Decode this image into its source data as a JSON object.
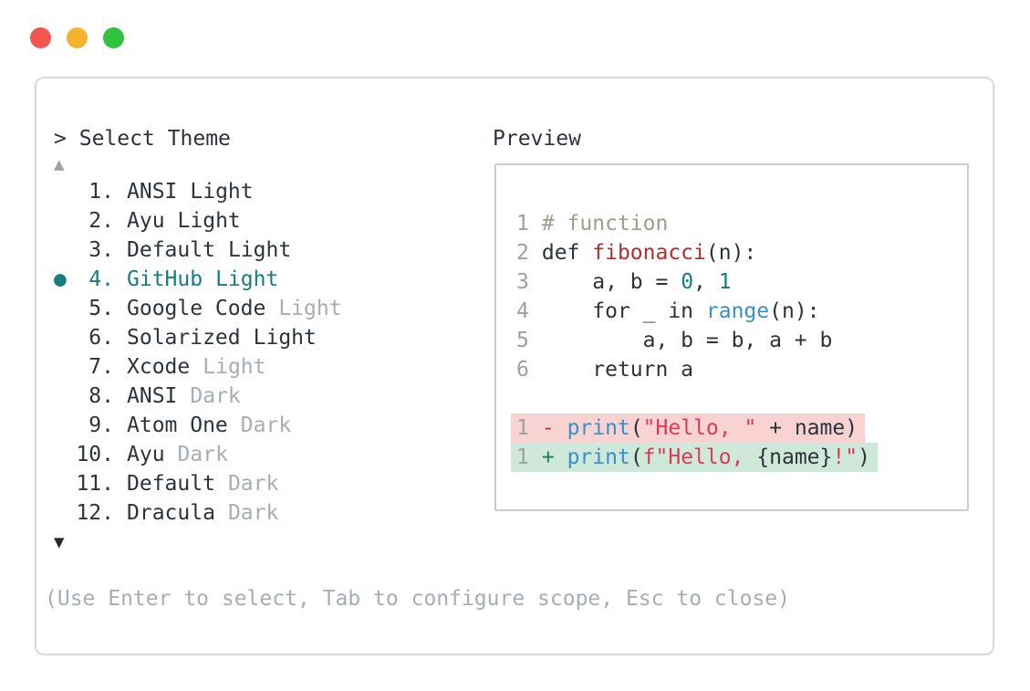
{
  "colors": {
    "text": "#2d333a",
    "muted": "#a8adb2",
    "selected_teal": "#177d80",
    "comment": "#9aa08e",
    "func_red": "#b02e2e",
    "number_teal": "#0f7c8c",
    "builtin_blue": "#3a8fc7",
    "string_red": "#dc3a55",
    "diff_minus": "#c23a31",
    "diff_plus": "#1f7d62",
    "removed_bg": "#f8d3d2",
    "added_bg": "#cee9da",
    "tl_red": "#f2564f",
    "tl_yellow": "#f3b32c",
    "tl_green": "#2ec23e"
  },
  "window": {
    "traffic_lights": [
      "close",
      "minimize",
      "zoom"
    ]
  },
  "prompt": {
    "caret": ">",
    "label": "Select Theme"
  },
  "scroll": {
    "up": "▲",
    "down": "▼"
  },
  "selected_bullet": "●",
  "themes": [
    {
      "number": "1.",
      "name": "ANSI",
      "variant": "Light",
      "muted_variant": false,
      "selected": false
    },
    {
      "number": "2.",
      "name": "Ayu",
      "variant": "Light",
      "muted_variant": false,
      "selected": false
    },
    {
      "number": "3.",
      "name": "Default",
      "variant": "Light",
      "muted_variant": false,
      "selected": false
    },
    {
      "number": "4.",
      "name": "GitHub",
      "variant": "Light",
      "muted_variant": false,
      "selected": true
    },
    {
      "number": "5.",
      "name": "Google Code",
      "variant": "Light",
      "muted_variant": true,
      "selected": false
    },
    {
      "number": "6.",
      "name": "Solarized",
      "variant": "Light",
      "muted_variant": false,
      "selected": false
    },
    {
      "number": "7.",
      "name": "Xcode",
      "variant": "Light",
      "muted_variant": true,
      "selected": false
    },
    {
      "number": "8.",
      "name": "ANSI",
      "variant": "Dark",
      "muted_variant": true,
      "selected": false
    },
    {
      "number": "9.",
      "name": "Atom One",
      "variant": "Dark",
      "muted_variant": true,
      "selected": false
    },
    {
      "number": "10.",
      "name": "Ayu",
      "variant": "Dark",
      "muted_variant": true,
      "selected": false
    },
    {
      "number": "11.",
      "name": "Default",
      "variant": "Dark",
      "muted_variant": true,
      "selected": false
    },
    {
      "number": "12.",
      "name": "Dracula",
      "variant": "Dark",
      "muted_variant": true,
      "selected": false
    }
  ],
  "preview": {
    "title": "Preview",
    "lines": [
      {
        "num": "1",
        "type": "code",
        "tokens": [
          [
            "comment",
            "# function"
          ]
        ]
      },
      {
        "num": "2",
        "type": "code",
        "tokens": [
          [
            "plain",
            "def "
          ],
          [
            "func",
            "fibonacci"
          ],
          [
            "plain",
            "(n):"
          ]
        ]
      },
      {
        "num": "3",
        "type": "code",
        "tokens": [
          [
            "plain",
            "    a, b = "
          ],
          [
            "number",
            "0"
          ],
          [
            "plain",
            ", "
          ],
          [
            "number",
            "1"
          ]
        ]
      },
      {
        "num": "4",
        "type": "code",
        "tokens": [
          [
            "plain",
            "    for _ in "
          ],
          [
            "builtin",
            "range"
          ],
          [
            "plain",
            "(n):"
          ]
        ]
      },
      {
        "num": "5",
        "type": "code",
        "tokens": [
          [
            "plain",
            "        a, b = b, a + b"
          ]
        ]
      },
      {
        "num": "6",
        "type": "code",
        "tokens": [
          [
            "plain",
            "    return a"
          ]
        ]
      },
      {
        "num": "",
        "type": "blank",
        "tokens": []
      },
      {
        "num": "1",
        "type": "removed",
        "tokens": [
          [
            "minus",
            "- "
          ],
          [
            "builtin",
            "print"
          ],
          [
            "plain",
            "("
          ],
          [
            "string",
            "\"Hello, \""
          ],
          [
            "plain",
            " + name)"
          ]
        ]
      },
      {
        "num": "1",
        "type": "added",
        "tokens": [
          [
            "plus",
            "+ "
          ],
          [
            "builtin",
            "print"
          ],
          [
            "plain",
            "("
          ],
          [
            "string",
            "f\"Hello, "
          ],
          [
            "plain",
            "{name}"
          ],
          [
            "string",
            "!\""
          ],
          [
            "plain",
            ")"
          ]
        ]
      }
    ]
  },
  "footer": {
    "hint": "(Use Enter to select, Tab to configure scope, Esc to close)"
  }
}
